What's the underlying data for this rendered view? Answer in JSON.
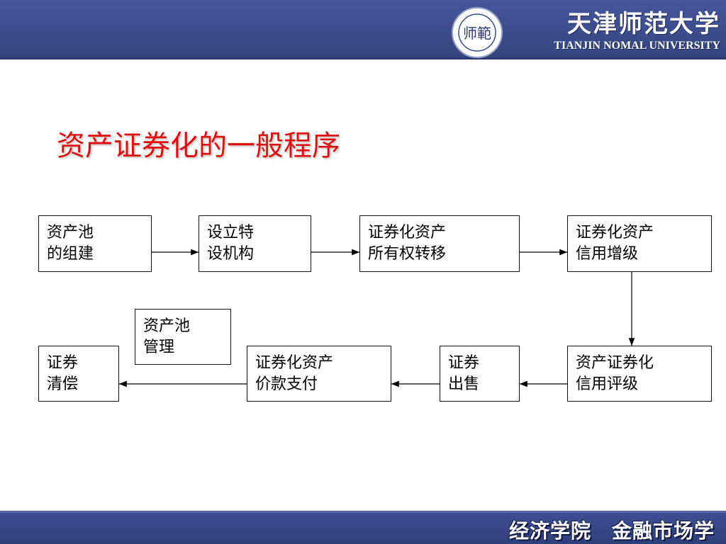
{
  "header": {
    "university_cn": "天津师范大学",
    "university_en": "TIANJIN NOMAL UNIVERSITY",
    "logo": {
      "icon": "university-seal-icon",
      "text": "师範"
    }
  },
  "title": "资产证券化的一般程序",
  "steps": {
    "pool_build": {
      "line1": "资产池",
      "line2": "的组建"
    },
    "spv_setup": {
      "line1": "设立特",
      "line2": "设机构"
    },
    "ownership_transfer": {
      "line1": "证券化资产",
      "line2": "所有权转移"
    },
    "credit_enhance": {
      "line1": "证券化资产",
      "line2": "信用增级"
    },
    "credit_rating": {
      "line1": "资产证券化",
      "line2": "信用评级"
    },
    "securities_sale": {
      "line1": "证券",
      "line2": "出售"
    },
    "payment": {
      "line1": "证券化资产",
      "line2": "价款支付"
    },
    "repayment": {
      "line1": "证券",
      "line2": "清偿"
    },
    "pool_manage": {
      "line1": "资产池",
      "line2": "管理"
    }
  },
  "footer": {
    "text": "经济学院　金融市场学"
  },
  "colors": {
    "title": "#e01010",
    "banner": "#3a4b8c"
  }
}
